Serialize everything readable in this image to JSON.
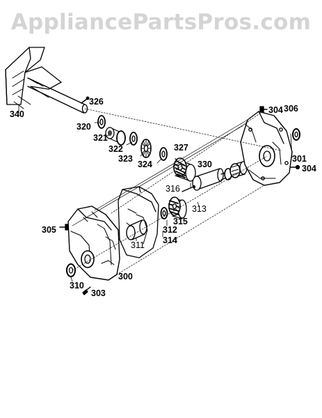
{
  "watermark": "AppliancePartsPros.com",
  "parts": {
    "p340": "340",
    "p326": "326",
    "p320": "320",
    "p321": "321",
    "p322": "322",
    "p323": "323",
    "p324": "324",
    "p327": "327",
    "p330": "330",
    "p316": "316",
    "p313": "313",
    "p315": "315",
    "p312": "312",
    "p314": "314",
    "p311": "311",
    "p305": "305",
    "p310": "310",
    "p300": "300",
    "p303": "303",
    "p304a": "304",
    "p306": "306",
    "p301": "301",
    "p304b": "304"
  },
  "icons": {
    "screw": "screw-icon",
    "washer": "washer-icon",
    "bearing": "bearing-icon",
    "gear": "gear-icon"
  }
}
